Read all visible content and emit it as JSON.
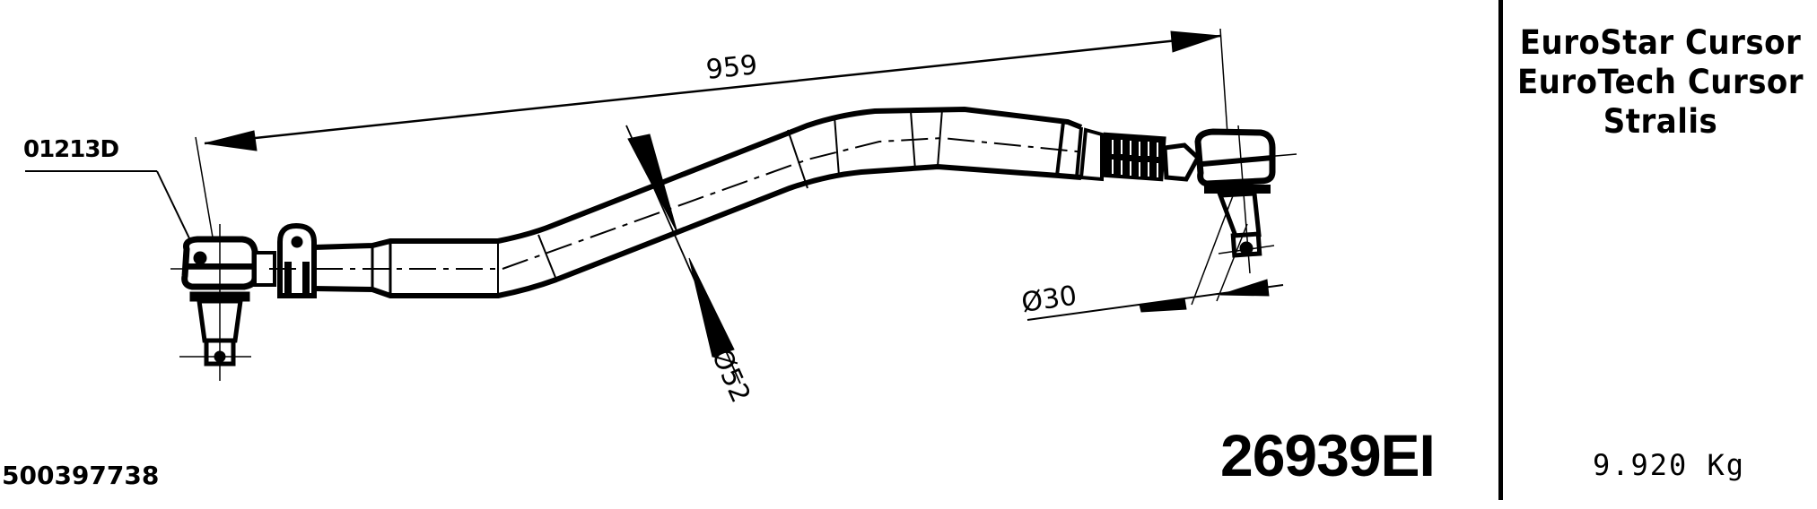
{
  "drawing": {
    "type": "technical drawing",
    "subject": "Steering drag link / tie rod assembly",
    "part_number": "26939EI",
    "oem_number": "500397738",
    "callout_label": "01213D",
    "weight": "9.920 Kg",
    "applications": [
      "EuroStar Cursor",
      "EuroTech Cursor",
      "Stralis"
    ],
    "dimensions": {
      "overall_length": "959",
      "tube_diameter": "Ø52",
      "end_diameter": "Ø30"
    },
    "colors": {
      "line": "#000000",
      "background": "#ffffff"
    }
  }
}
